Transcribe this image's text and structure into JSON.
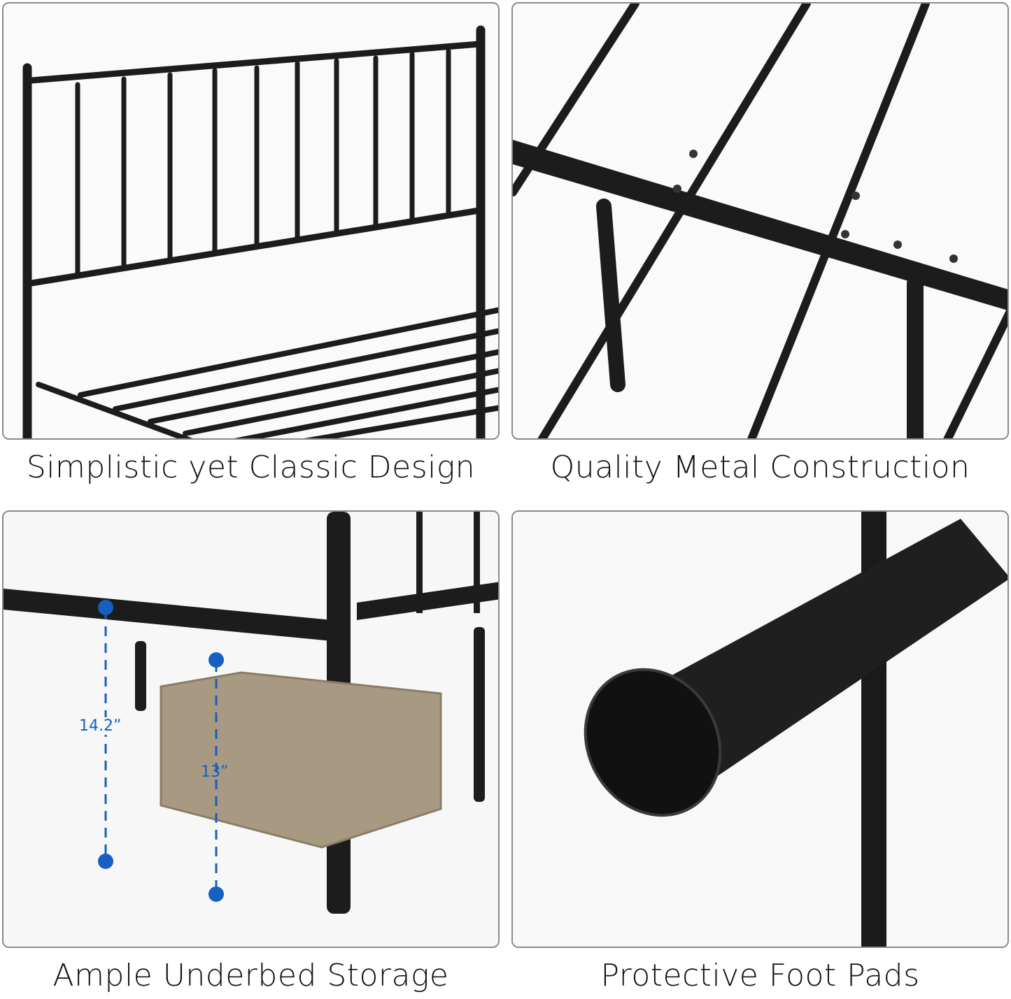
{
  "panels": [
    {
      "caption": "Simplistic yet Classic Design",
      "subject": "headboard-and-slats"
    },
    {
      "caption": "Quality Metal Construction",
      "subject": "metal-slat-joints"
    },
    {
      "caption": "Ample Underbed Storage",
      "subject": "underbed-clearance",
      "measurements": [
        {
          "label": "14.2”"
        },
        {
          "label": "13”"
        }
      ]
    },
    {
      "caption": "Protective Foot Pads",
      "subject": "leg-foot-pad"
    }
  ],
  "colors": {
    "metal": "#1c1c1c",
    "accent": "#1560c0",
    "border": "#8a8a8a",
    "wicker": "#a89a82"
  }
}
